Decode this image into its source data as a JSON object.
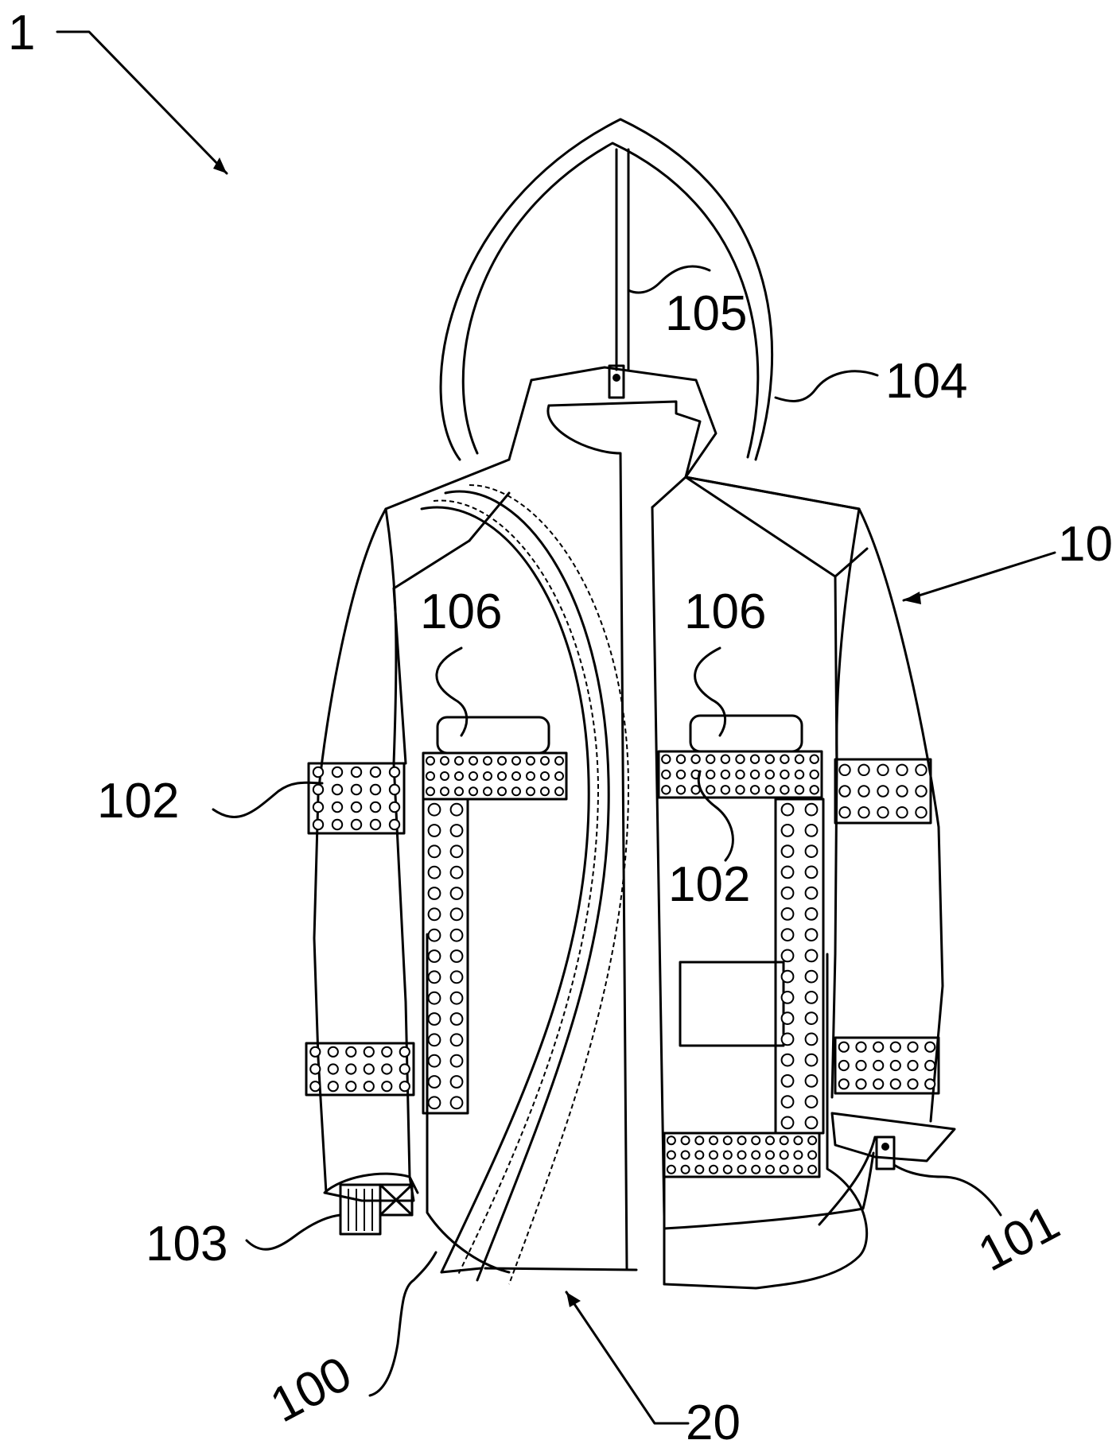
{
  "figure": {
    "labels": {
      "assembly": "1",
      "jacket_body": "10",
      "inner_liner": "20",
      "zipper": "100",
      "cuff_button": "101",
      "reflective_strip_left": "102",
      "reflective_strip_center": "102",
      "cuff_tab": "103",
      "hood": "104",
      "hood_zipper": "105",
      "pocket_left": "106",
      "pocket_right": "106"
    }
  }
}
